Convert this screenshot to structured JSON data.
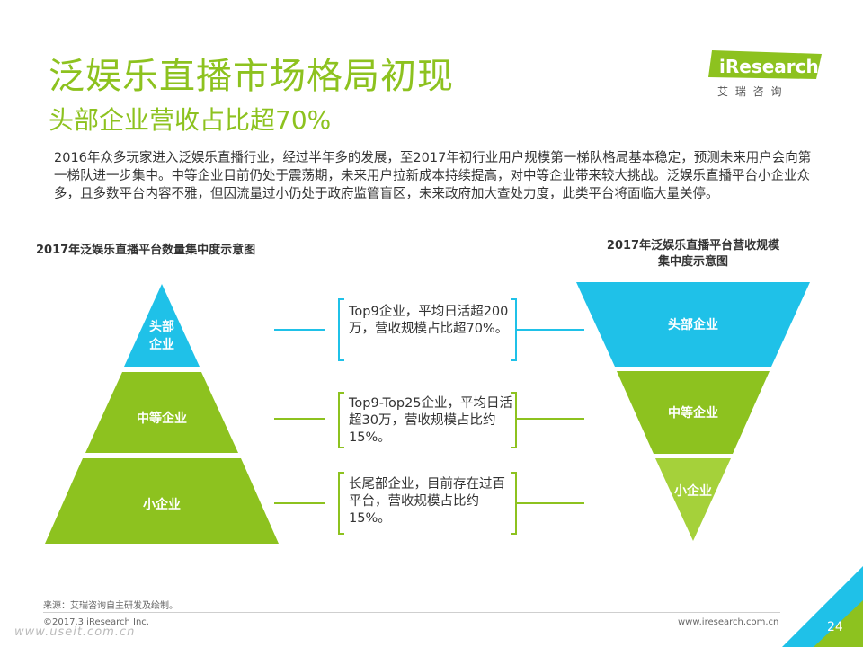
{
  "header": {
    "title": "泛娱乐直播市场格局初现",
    "subtitle": "头部企业营收占比超70%"
  },
  "intro": "2016年众多玩家进入泛娱乐直播行业，经过半年多的发展，至2017年初行业用户规模第一梯队格局基本稳定，预测未来用户会向第一梯队进一步集中。中等企业目前仍处于震荡期，未来用户拉新成本持续提高，对中等企业带来较大挑战。泛娱乐直播平台小企业众多，且多数平台内容不雅，但因流量过小仍处于政府监管盲区，未来政府加大查处力度，此类平台将面临大量关停。",
  "logo": {
    "brand": "iResearch",
    "cn": "艾 瑞 咨 询"
  },
  "left_chart": {
    "title": "2017年泛娱乐直播平台数量集中度示意图",
    "tiers": [
      {
        "label_line1": "头部",
        "label_line2": "企业",
        "color": "#1fc1e8"
      },
      {
        "label": "中等企业",
        "color": "#8dc21f"
      },
      {
        "label": "小企业",
        "color": "#8dc21f"
      }
    ]
  },
  "right_chart": {
    "title_line1": "2017年泛娱乐直播平台营收规模",
    "title_line2": "集中度示意图",
    "tiers": [
      {
        "label": "头部企业",
        "color": "#1fc1e8"
      },
      {
        "label": "中等企业",
        "color": "#8dc21f"
      },
      {
        "label": "小企业",
        "color": "#a5d13a"
      }
    ]
  },
  "descriptions": [
    "Top9企业，平均日活超200万，营收规模占比超70%。",
    "Top9-Top25企业，平均日活超30万，营收规模占比约15%。",
    "长尾部企业，目前存在过百平台，营收规模占比约15%。"
  ],
  "footer": {
    "source": "来源：艾瑞咨询自主研发及绘制。",
    "copyright": "©2017.3 iResearch Inc.",
    "website": "www.iresearch.com.cn",
    "page": "24",
    "watermark": "www.useit.com.cn"
  },
  "colors": {
    "accent_green": "#8dc21f",
    "accent_blue": "#1fc1e8"
  }
}
